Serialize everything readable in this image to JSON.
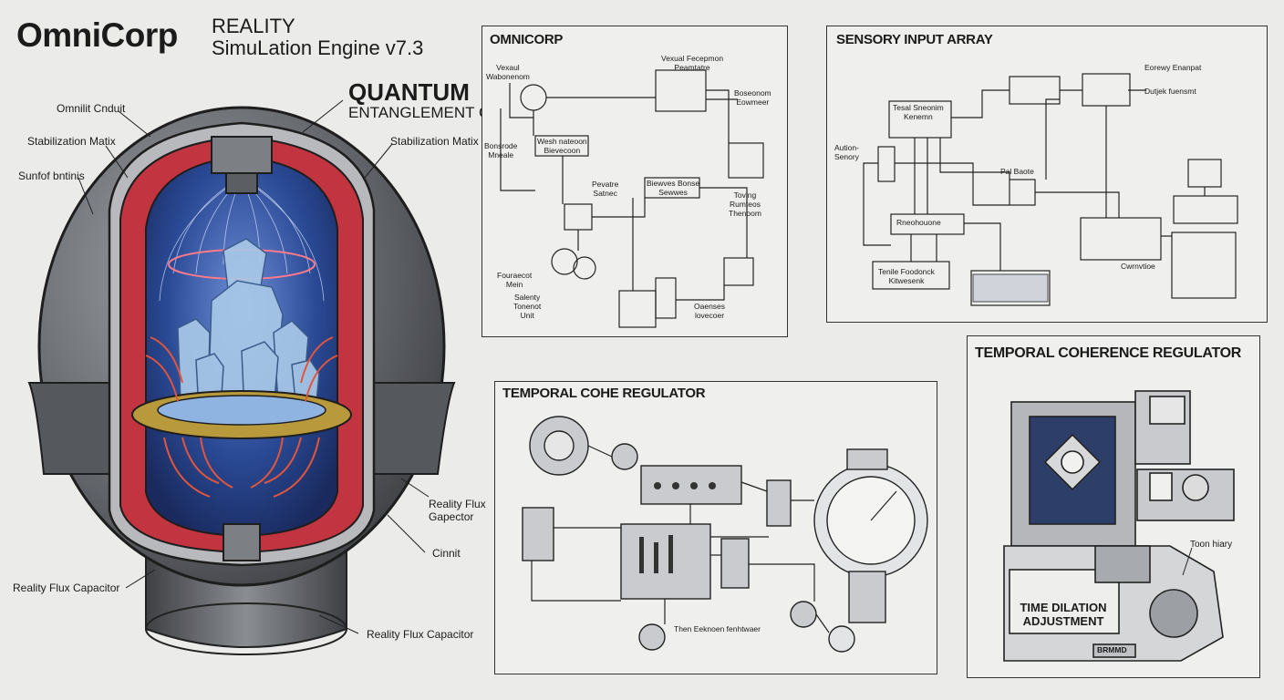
{
  "brand": {
    "name": "OmniCorp",
    "line1": "REALITY",
    "line2": "SimuLation Engine v7.3"
  },
  "core": {
    "title_line1": "QUANTUM",
    "title_line2": "ENTANGLEMENT CORE"
  },
  "core_labels": {
    "omnilit_conduit": "Omnilit Cnduit",
    "stab_left": "Stabilization Matix",
    "stab_right": "Stabilization Matix",
    "subsystems": "Sunfof bntinis",
    "flux_right": "Reality Flux\nGapector",
    "conduit": "Cinnit",
    "flux_left": "Reality Flux Capacitor",
    "flux_bottom": "Reality Flux Capacitor"
  },
  "panels": {
    "omnicorp": {
      "title": "OMNICORP",
      "labels": [
        "Vexaul\nWabonenom",
        "Vexual Fecepmon\nPeamtatre",
        "Boseonom\nEowmeer",
        "Wesh nateoon\nBievecoon",
        "Bonsrode\nMneale",
        "Pevatre\nSatnec",
        "Biewves Bonse\nSewwes",
        "Toving\nRumteos\nThenoom",
        "Fouraecot\nMein",
        "Salenty\nTonenot\nUnit",
        "Oaenses\nlovecoer"
      ]
    },
    "sensory": {
      "title": "SENSORY INPUT ARRAY",
      "labels": [
        "Eorewy Enanpat",
        "Dutjek fuensmt",
        "Tesal Sneonim\nKenemn",
        "Aution-\nSenory",
        "Pal Baote",
        "Rneohouone",
        "Tenile Foodonck\nKitwesenk",
        "Cwrnvtioe"
      ]
    },
    "temporal_left": {
      "title": "TEMPORAL COHE REGULATOR",
      "labels": [
        "Then Eeknoen fenhtwaer"
      ]
    },
    "temporal_right": {
      "title": "TEMPORAL COHERENCE REGULATOR",
      "labels": [
        "Toon hiary",
        "TIME DILATION\nADJUSTMENT",
        "BRMMD"
      ]
    }
  },
  "colors": {
    "shell": "#5d6064",
    "inner_red": "#c23440",
    "plasma": "#3b5ea8",
    "crystal": "#a8c8e8",
    "brass": "#b89a3c",
    "background": "#ebebea"
  }
}
